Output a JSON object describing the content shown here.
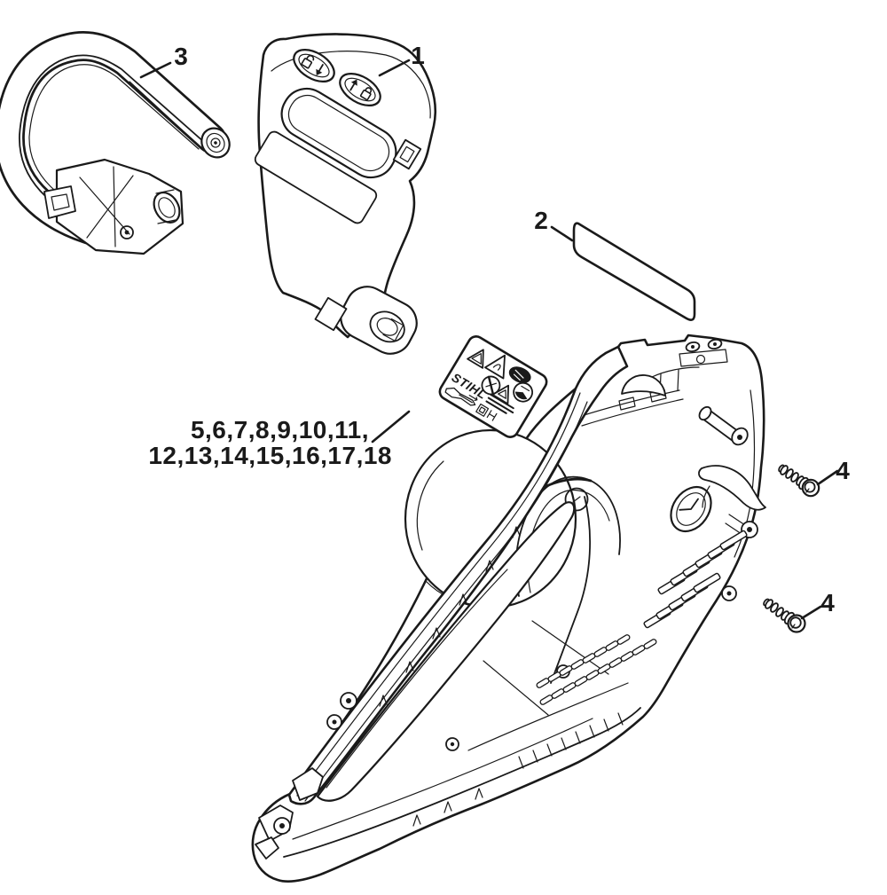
{
  "colors": {
    "background": "#ffffff",
    "ink": "#1a1a1a"
  },
  "callouts": {
    "rear_handle": "1",
    "adhesive_label": "2",
    "front_handle": "3",
    "upper_screw": "4",
    "lower_screw": "4"
  },
  "parts_list_callout": {
    "line1": "5,6,7,8,9,10,11,",
    "line2": "12,13,14,15,16,17,18"
  },
  "information_label": {
    "brand": "STIHL",
    "pictograms": [
      "warning-triangle",
      "kickback-warning-triangle",
      "protective-gloves",
      "prohibition-circle",
      "two-hand-warning-circle",
      "caution-triangle",
      "chainsaw-silhouette",
      "instruction-manual-box"
    ]
  }
}
